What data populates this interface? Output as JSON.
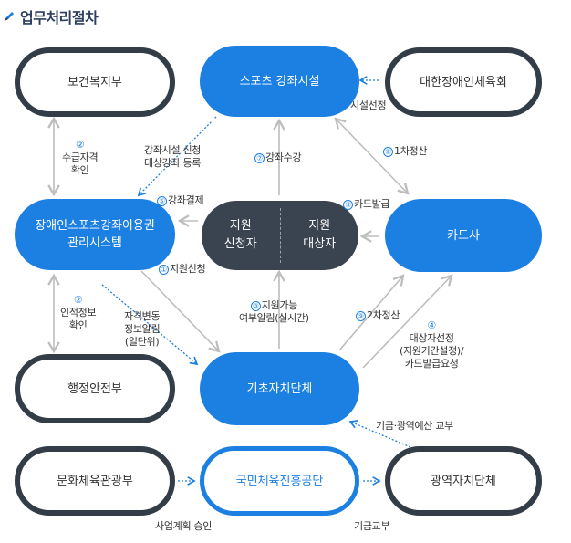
{
  "title": "업무처리절차",
  "nodes": {
    "bogeon": "보건복지부",
    "sports": "스포츠 강좌시설",
    "daehan": "대한장애인체육회",
    "system_line1": "장애인스포츠강좌이용권",
    "system_line2": "관리시스템",
    "center_left_1": "지원",
    "center_left_2": "신청자",
    "center_right_1": "지원",
    "center_right_2": "대상자",
    "card": "카드사",
    "haengan": "행정안전부",
    "gicho": "기초자치단체",
    "munhwa": "문화체육관광부",
    "gukmin": "국민체육진흥공단",
    "gwangyeok": "광역자치단체"
  },
  "labels": {
    "siseol_seonjeong": "시설선정",
    "l2a_num": "②",
    "l2a_line1": "수급자격",
    "l2a_line2": "확인",
    "gangjwa_line1": "강좌시설 신청",
    "gangjwa_line2": "대상강좌 등록",
    "l7_num": "⑦",
    "l7_text": "강좌수강",
    "l8_num": "⑧",
    "l8_text": "1차정산",
    "l6_num": "⑥",
    "l6_text": "강좌결제",
    "l5_num": "⑤",
    "l5_text": "카드발급",
    "l1_num": "①",
    "l1_text": "지원신청",
    "l2b_num": "②",
    "l2b_line1": "인적정보",
    "l2b_line2": "확인",
    "jagyeok_line1": "자격변동",
    "jagyeok_line2": "정보알림",
    "jagyeok_line3": "(일단위)",
    "l3_num": "③",
    "l3_line1": "지원가능",
    "l3_line2": "여부알림(실시간)",
    "l9_num": "⑨",
    "l9_text": "2차정산",
    "l4_num": "④",
    "l4_line1": "대상자선정",
    "l4_line2": "(지원기간설정)/",
    "l4_line3": "카드발급요청",
    "gigeum_yesan": "기금·광역예산 교부",
    "saeop": "사업계획 승인",
    "gigeum_gyobu": "기금교부"
  },
  "colors": {
    "blue": "#1c7fe2",
    "dark": "#333d47",
    "center": "#3a4450",
    "arrow": "#c4c4c4",
    "title": "#2c3e62"
  }
}
